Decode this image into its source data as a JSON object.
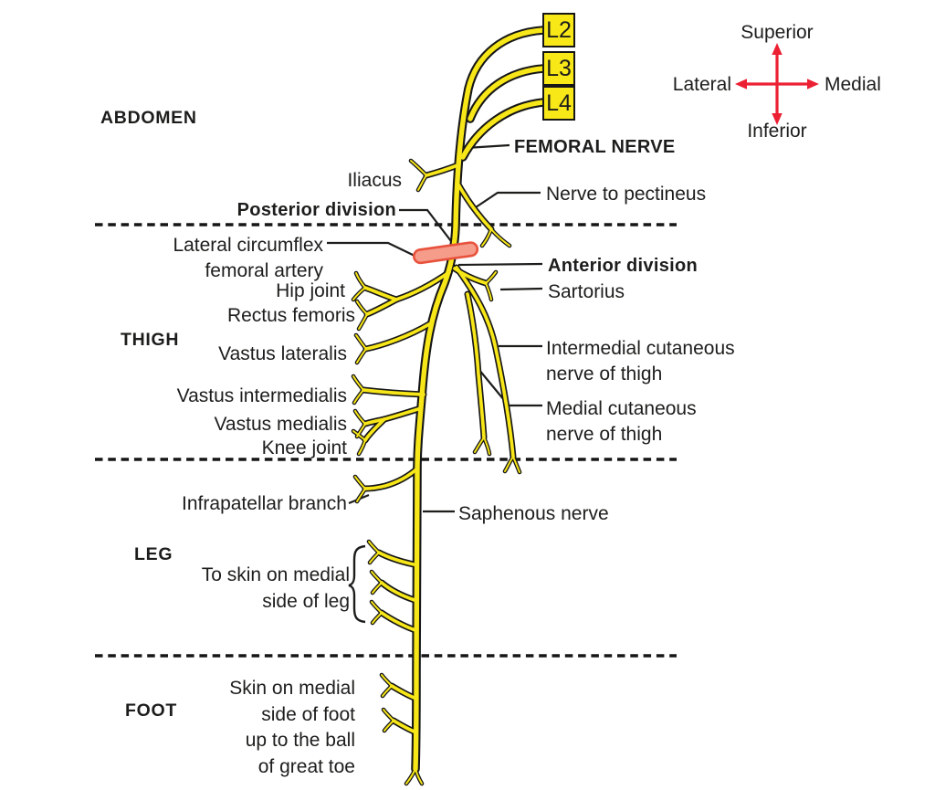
{
  "regions": {
    "abdomen": "ABDOMEN",
    "thigh": "THIGH",
    "leg": "LEG",
    "foot": "FOOT"
  },
  "roots": [
    "L2",
    "L3",
    "L4"
  ],
  "compass": {
    "up": "Superior",
    "down": "Inferior",
    "left": "Lateral",
    "right": "Medial"
  },
  "labels": {
    "femoral_nerve": "FEMORAL NERVE",
    "iliacus": "Iliacus",
    "nerve_to_pectineus": "Nerve to pectineus",
    "posterior_division": "Posterior division",
    "lateral_circumflex": "Lateral circumflex\nfemoral artery",
    "hip_joint": "Hip joint",
    "rectus_femoris": "Rectus femoris",
    "vastus_lateralis": "Vastus lateralis",
    "vastus_intermedialis": "Vastus intermedialis",
    "vastus_medialis": "Vastus medialis",
    "knee_joint": "Knee joint",
    "anterior_division": "Anterior division",
    "sartorius": "Sartorius",
    "intermedial_cutaneous": "Intermedial cutaneous\nnerve of thigh",
    "medial_cutaneous": "Medial cutaneous\nnerve of thigh",
    "infrapatellar": "Infrapatellar branch",
    "saphenous": "Saphenous nerve",
    "to_skin_leg": "To skin on medial\nside of leg",
    "skin_foot": "Skin on medial\nside of foot\nup to the ball\nof great toe"
  },
  "colors": {
    "nerve": "#f7e618",
    "nerve_outline": "#161616",
    "root_fill": "#f9e818",
    "artery_fill": "#f59c8b",
    "artery_stroke": "#e8523d",
    "compass_red": "#ec2033",
    "ink": "#1d1d1b"
  }
}
